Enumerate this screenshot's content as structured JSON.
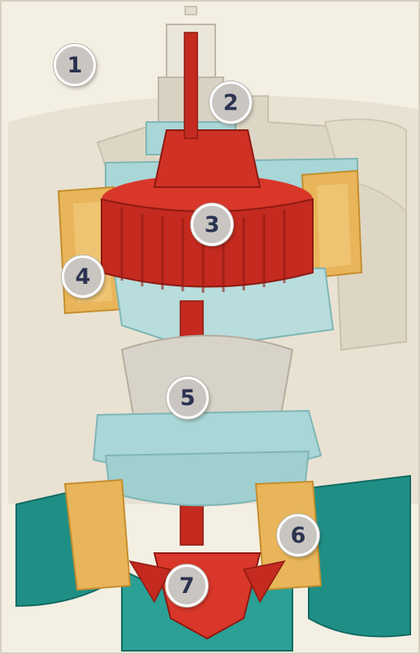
{
  "callouts": [
    {
      "label": "1"
    },
    {
      "label": "2"
    },
    {
      "label": "3"
    },
    {
      "label": "4"
    },
    {
      "label": "5"
    },
    {
      "label": "6"
    },
    {
      "label": "7"
    }
  ],
  "colors": {
    "background": "#f4efe3",
    "housing": "#e6dfcf",
    "rotating_parts": "#cc2a1e",
    "stator_casing": "#e8b55a",
    "structure": "#a9d6d6",
    "spiral_case": "#1f8f86",
    "callout_fill": "#c9c6c2",
    "callout_text": "#2b3350"
  }
}
